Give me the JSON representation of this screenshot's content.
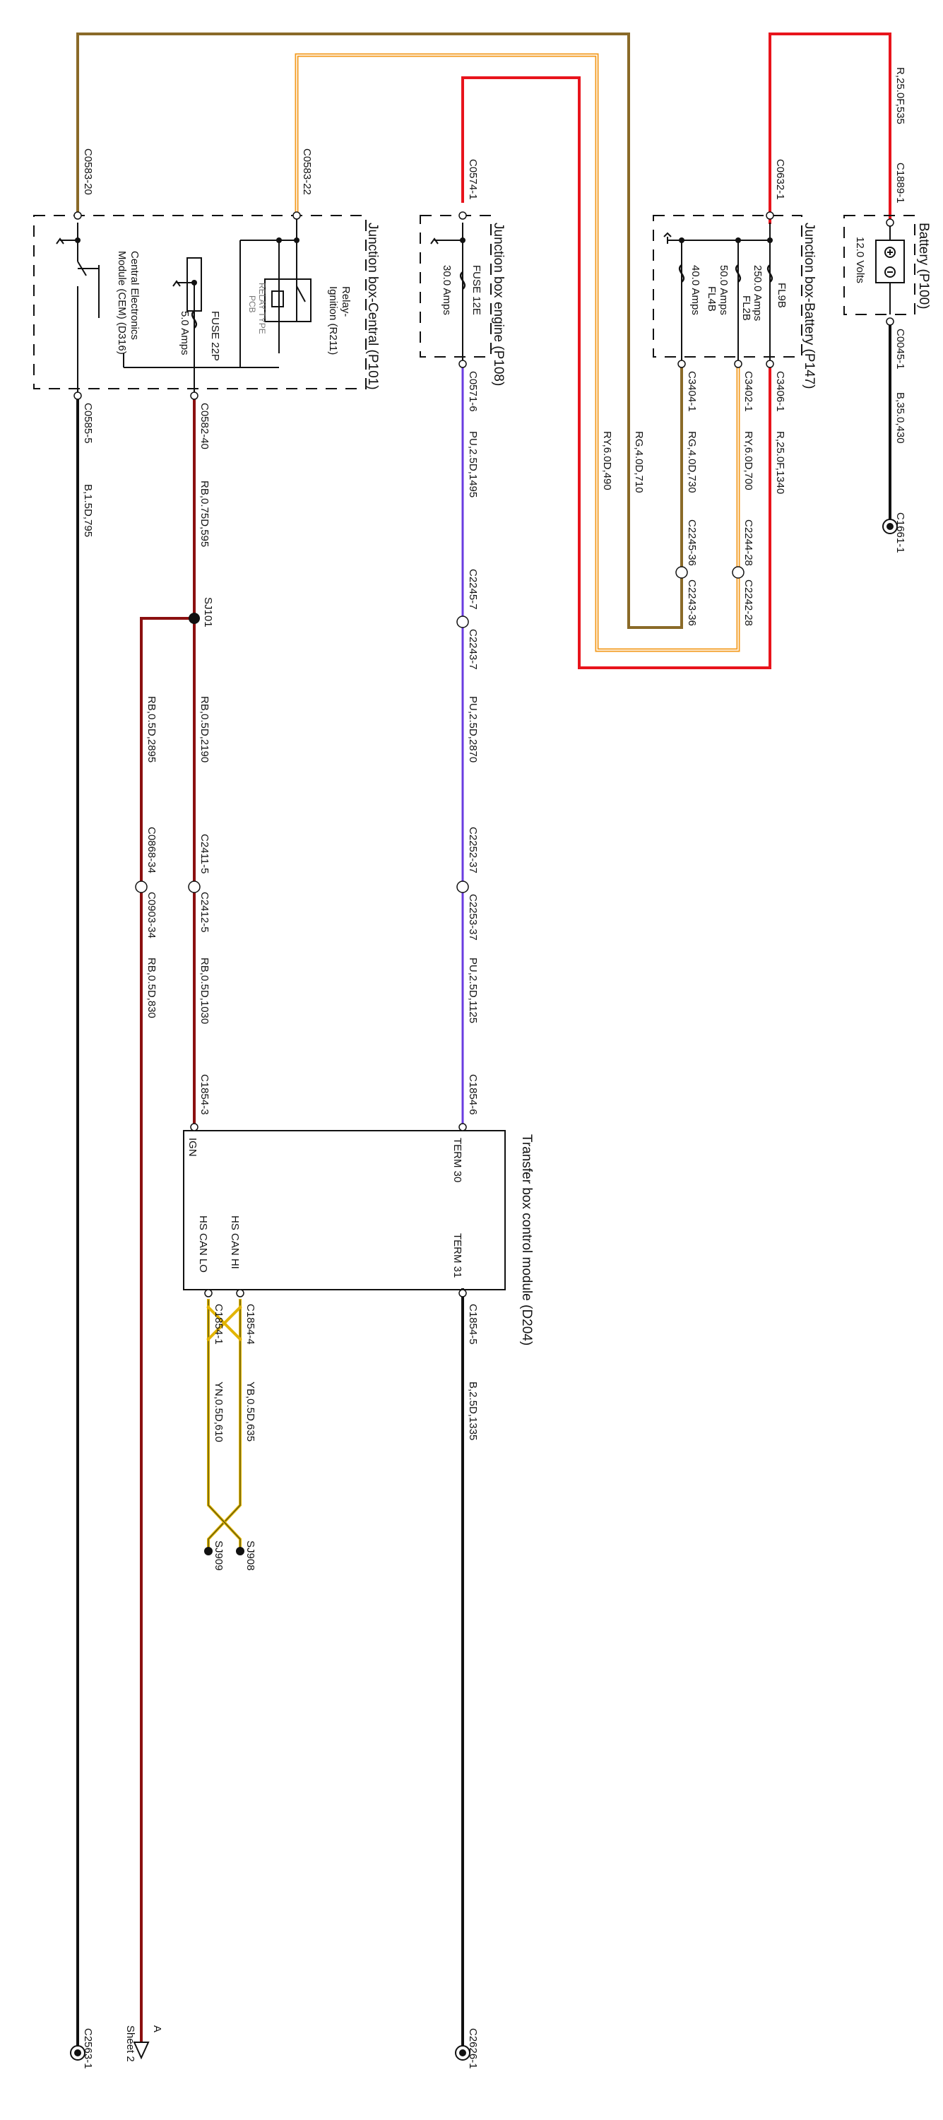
{
  "titles": {
    "battery": "Battery (P100)",
    "jb_battery": "Junction box-Battery (P147)",
    "jb_engine": "Junction box engine (P108)",
    "jb_central": "Junction box-Central (P101)",
    "module": "Transfer box control module (D204)"
  },
  "battery": {
    "voltage": "12.0 Volts",
    "plus": "⊕",
    "minus": "⊖"
  },
  "fuses": {
    "fl9b": "FL9B",
    "fl9b_amps": "250.0 Amps",
    "fl2b": "FL2B",
    "fl2b_amps": "50.0 Amps",
    "fl4b": "FL4B",
    "fl4b_amps": "40.0 Amps",
    "f12e": "FUSE 12E",
    "f12e_amps": "30.0 Amps",
    "f22p": "FUSE 22P",
    "f22p_amps": "5.0 Amps"
  },
  "relay": {
    "name": "Relay-",
    "name2": "Ignition (R211)",
    "note1": "RELAY TYPE",
    "note2": "PCB"
  },
  "cem": {
    "line1": "Central Electronics",
    "line2": "Module (CEM) (D316)"
  },
  "connectors": {
    "c1889_1": "C1889-1",
    "c0045_1": "C0045-1",
    "c1661_1": "C1661-1",
    "c0632_1": "C0632-1",
    "c3406_1": "C3406-1",
    "c3402_1": "C3402-1",
    "c3404_1": "C3404-1",
    "c2244_28": "C2244-28",
    "c2242_28": "C2242-28",
    "c2245_36": "C2245-36",
    "c2243_36": "C2243-36",
    "c0574_1": "C0574-1",
    "c0571_6": "C0571-6",
    "c2245_7": "C2245-7",
    "c2243_7": "C2243-7",
    "c2252_37": "C2252-37",
    "c2253_37": "C2253-37",
    "c1854_6": "C1854-6",
    "c0583_20": "C0583-20",
    "c0583_22": "C0583-22",
    "c0585_5": "C0585-5",
    "c0582_40": "C0582-40",
    "sj101": "SJ101",
    "c2411_5": "C2411-5",
    "c2412_5": "C2412-5",
    "c1854_3": "C1854-3",
    "c0868_34": "C0868-34",
    "c0903_34": "C0903-34",
    "c1854_4": "C1854-4",
    "c1854_1": "C1854-1",
    "sj908": "SJ908",
    "sj909": "SJ909",
    "c1854_5": "C1854-5",
    "c2626_1": "C2626-1",
    "c2563_1": "C2563-1"
  },
  "wires": {
    "bat_pos": "R,25.0F,535",
    "bat_neg": "B,35.0,430",
    "jb_r25": "R,25.0F,1340",
    "jb_ry6": "RY,6.0D,700",
    "jb_rg4": "RG,4.0D,730",
    "rg4_710": "RG,4.0D,710",
    "ry6_490": "RY,6.0D,490",
    "pu_1495": "PU,2.5D,1495",
    "pu_2870": "PU,2.5D,2870",
    "pu_1125": "PU,2.5D,1125",
    "b_795": "B,1.5D,795",
    "rb_595": "RB,0.75D,595",
    "rb_2190": "RB,0.5D,2190",
    "rb_2895": "RB,0.5D,2895",
    "rb_1030": "RB,0.5D,1030",
    "rb_830": "RB,0.5D,830",
    "yb_635": "YB,0.5D,635",
    "yn_610": "YN,0.5D,610",
    "b_1335": "B,2.5D,1335"
  },
  "module_pins": {
    "term30": "TERM 30",
    "term31": "TERM 31",
    "ign": "IGN",
    "hs_can_hi": "HS CAN HI",
    "hs_can_lo": "HS CAN LO"
  },
  "sheet": {
    "letter": "A",
    "label": "Sheet 2"
  },
  "colors": {
    "red": "#e8141c",
    "orange": "#f39a1e",
    "brown": "#8a6a28",
    "purple": "#6a3ce0",
    "darkred": "#8b1010",
    "yellow": "#e2b400",
    "olive": "#4a4a14",
    "black": "#111111"
  }
}
